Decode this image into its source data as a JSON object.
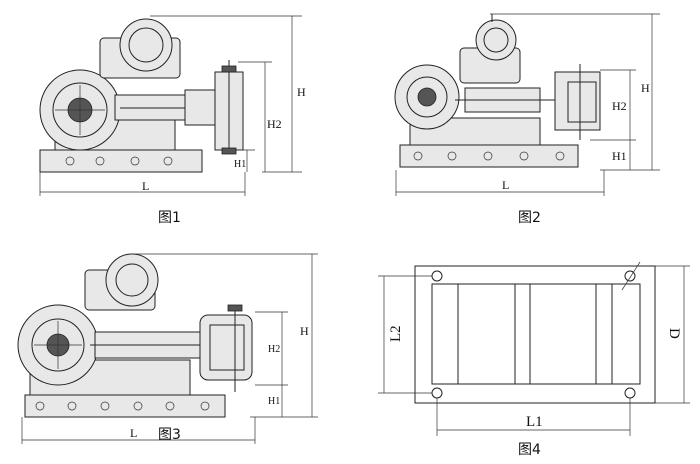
{
  "figures": [
    {
      "caption": "图1",
      "labels": {
        "length": "L",
        "height": "H",
        "h1": "H1",
        "h2": "H2"
      }
    },
    {
      "caption": "图2",
      "labels": {
        "length": "L",
        "height": "H",
        "h1": "H1",
        "h2": "H2"
      }
    },
    {
      "caption": "图3",
      "labels": {
        "length": "L",
        "height": "H",
        "h1": "H1",
        "h2": "H2"
      }
    },
    {
      "caption": "图4",
      "labels": {
        "l1": "L1",
        "l2": "L2",
        "d": "D"
      }
    }
  ]
}
